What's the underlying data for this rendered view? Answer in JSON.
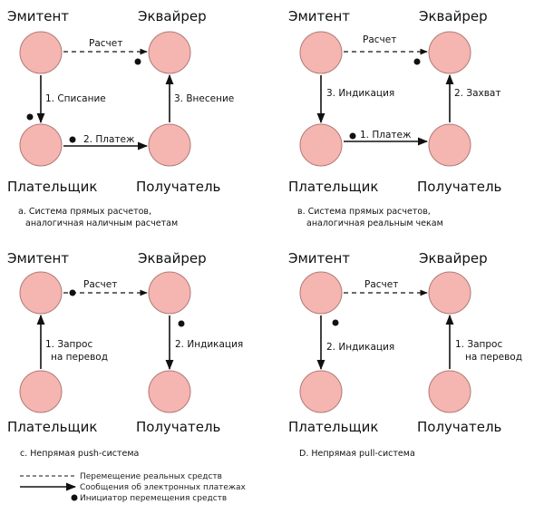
{
  "panels": [
    {
      "labels": {
        "emitent": "Эмитент",
        "acquirer": "Эквайрер",
        "payer": "Плательщик",
        "receiver": "Получатель"
      },
      "edges": {
        "top": "Расчет",
        "left": [
          "1. Списание"
        ],
        "right": [
          "3. Внесение"
        ],
        "bottom": "2. Платеж"
      },
      "caption": [
        "a. Система прямых расчетов,",
        "аналогичная наличным расчетам"
      ]
    },
    {
      "labels": {
        "emitent": "Эмитент",
        "acquirer": "Эквайрер",
        "payer": "Плательщик",
        "receiver": "Получатель"
      },
      "edges": {
        "top": "Расчет",
        "left": [
          "3. Индикация"
        ],
        "right": [
          "2. Захват"
        ],
        "bottom": "1. Платеж"
      },
      "caption": [
        "в. Система прямых расчетов,",
        "аналогичная реальным чекам"
      ]
    },
    {
      "labels": {
        "emitent": "Эмитент",
        "acquirer": "Эквайрер",
        "payer": "Плательщик",
        "receiver": "Получатель"
      },
      "edges": {
        "top": "Расчет",
        "left": [
          "1. Запрос",
          "на перевод"
        ],
        "right": [
          "2. Индикация"
        ]
      },
      "caption": [
        "c. Непрямая push-система"
      ]
    },
    {
      "labels": {
        "emitent": "Эмитент",
        "acquirer": "Эквайрер",
        "payer": "Плательщик",
        "receiver": "Получатель"
      },
      "edges": {
        "top": "Расчет",
        "left": [
          "2. Индикация"
        ],
        "right": [
          "1. Запрос",
          "на перевод"
        ]
      },
      "caption": [
        "D. Непрямая pull-система"
      ]
    }
  ],
  "legend": {
    "dashed": "Перемещение реальных средств",
    "solid": "Сообщения об электронных платежах",
    "dot": "Инициатор перемещения средств"
  },
  "colors": {
    "node_fill": "#f5b5b0",
    "node_stroke": "#b07a76",
    "line": "#111111"
  }
}
